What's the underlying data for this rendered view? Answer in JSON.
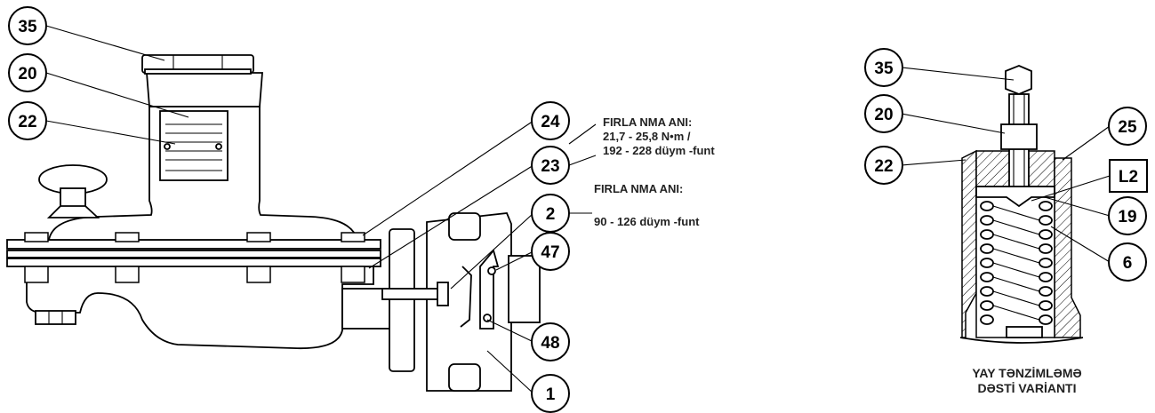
{
  "callouts": {
    "c35a": "35",
    "c20a": "20",
    "c22a": "22",
    "c24": "24",
    "c23": "23",
    "c2": "2",
    "c47": "47",
    "c48": "48",
    "c1": "1",
    "c35b": "35",
    "c20b": "20",
    "c22b": "22",
    "c25": "25",
    "c19": "19",
    "c6": "6",
    "l2": "L2"
  },
  "torque_note_1": {
    "heading": "FIRLA NMA ANI:",
    "line1": "21,7 - 25,8 N•m /",
    "line2": "192 - 228 düym -funt"
  },
  "torque_note_2": {
    "heading": "FIRLA NMA ANI:",
    "line1": "90 - 126 düym -funt"
  },
  "caption": {
    "line1": "YAY TƏNZİMLƏMƏ",
    "line2": "DƏSTİ VARİANTI"
  }
}
